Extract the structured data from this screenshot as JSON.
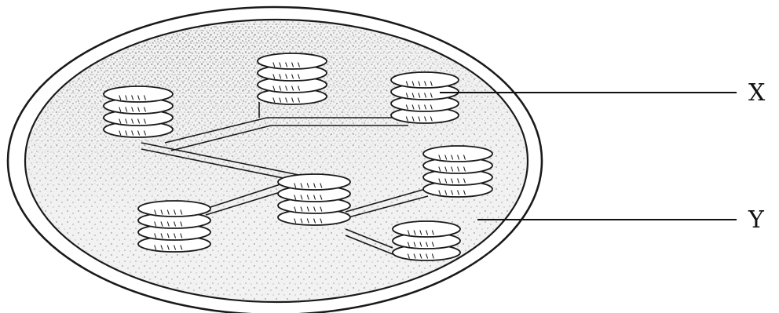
{
  "diagram": {
    "subject": "chloroplast",
    "labels": [
      {
        "id": "x",
        "text": "X",
        "points_to": "granum"
      },
      {
        "id": "y",
        "text": "Y",
        "points_to": "stroma"
      }
    ]
  },
  "colors": {
    "background": "#ffffff",
    "ink": "#1a1a1a",
    "stroma_fill": "#f2f2f2",
    "stroma_stipple": "#6e6e6e"
  }
}
